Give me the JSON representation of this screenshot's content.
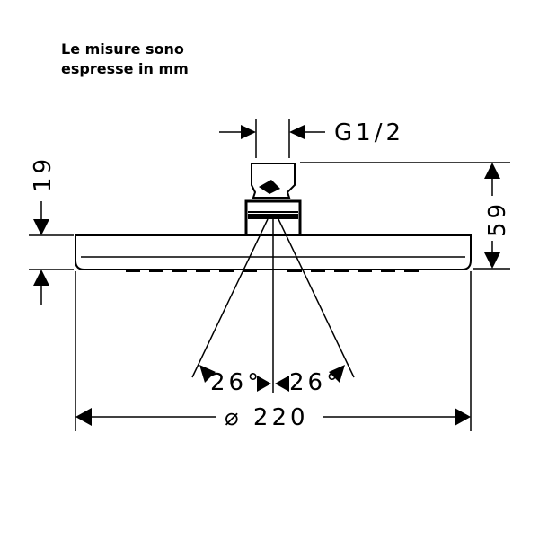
{
  "note": {
    "line1": "Le misure sono",
    "line2": "espresse in mm"
  },
  "dimensions": {
    "thread": "G1/2",
    "height_left": "19",
    "height_right": "59",
    "spray_angle_left": "26°",
    "spray_angle_right": "26°",
    "diameter": "⌀ 220"
  },
  "colors": {
    "line": "#000000",
    "background": "#ffffff"
  }
}
